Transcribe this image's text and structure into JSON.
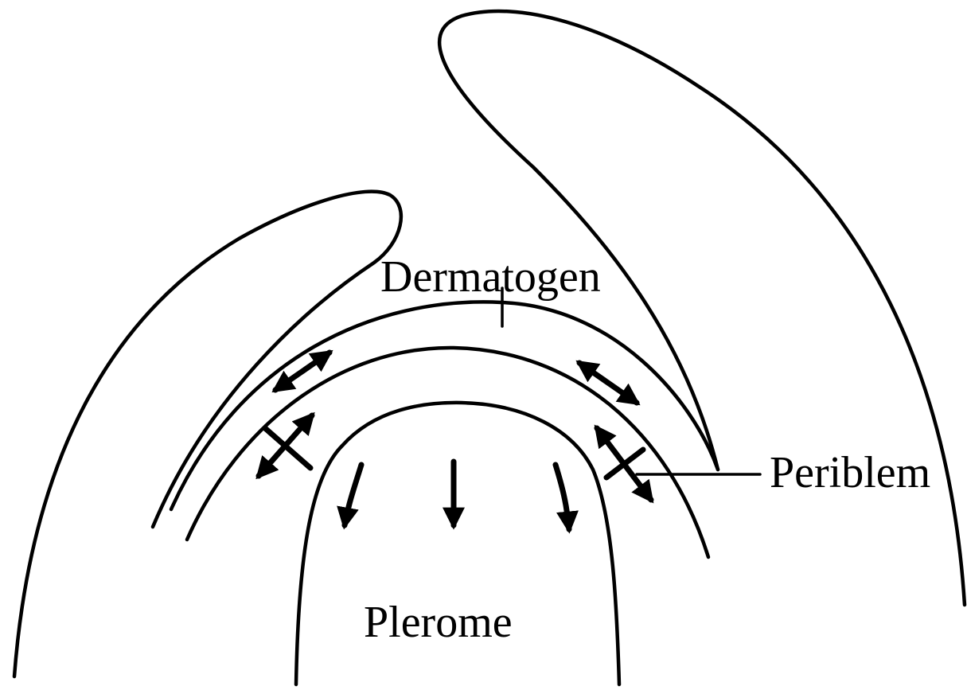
{
  "labels": {
    "dermatogen": "Dermatogen",
    "periblem": "Periblem",
    "plerome": "Plerome"
  },
  "colors": {
    "ink": "#000000",
    "background": "#ffffff"
  }
}
